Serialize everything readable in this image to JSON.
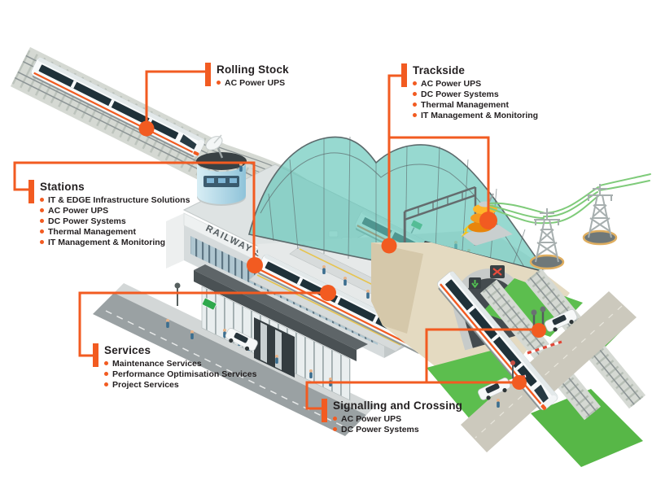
{
  "colors": {
    "accent": "#F25B21",
    "text": "#231F20",
    "canopy_glass": "#66C7BA",
    "grass": "#5CBE4E",
    "tunnel_wall": "#E4DAC1",
    "train_window": "#1F3139",
    "wire_green": "#7FCB7A",
    "transformer_orange": "#F59B1E"
  },
  "callouts": {
    "rolling_stock": {
      "title": "Rolling Stock",
      "items": [
        "AC Power UPS"
      ]
    },
    "trackside": {
      "title": "Trackside",
      "items": [
        "AC Power UPS",
        "DC Power Systems",
        "Thermal Management",
        "IT Management & Monitoring"
      ]
    },
    "stations": {
      "title": "Stations",
      "items": [
        "IT & EDGE Infrastructure Solutions",
        "AC Power UPS",
        "DC Power Systems",
        "Thermal Management",
        "IT Management & Monitoring"
      ]
    },
    "services": {
      "title": "Services",
      "items": [
        "Maintenance Services",
        "Performance Optimisation Services",
        "Project Services"
      ]
    },
    "signalling": {
      "title": "Signalling and Crossing",
      "items": [
        "AC Power UPS",
        "DC Power Systems"
      ]
    }
  },
  "illustration": {
    "station_sign": "RAILWAY STATION"
  }
}
